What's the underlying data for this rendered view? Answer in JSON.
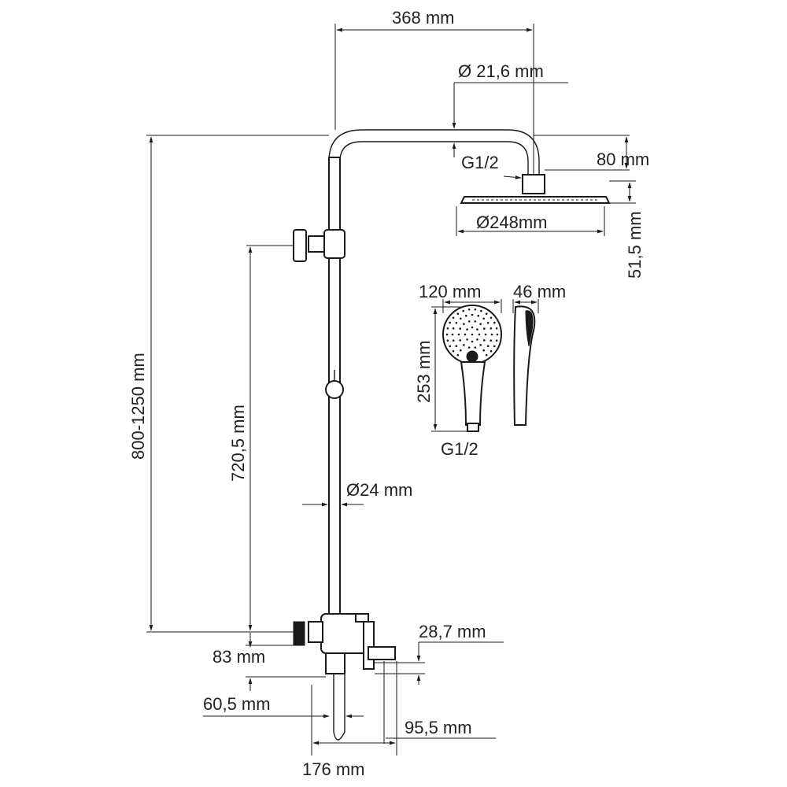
{
  "dimensions": {
    "arm_reach": "368 mm",
    "arm_diameter": "Ø 21,6 mm",
    "overhead_connection": "G1/2",
    "overhead_height": "80 mm",
    "overhead_diameter": "Ø248mm",
    "overhead_thickness": "51,5 mm",
    "hand_width": "120 mm",
    "hand_depth": "46 mm",
    "hand_length": "253 mm",
    "hand_connection": "G1/2",
    "total_height": "800-1250 mm",
    "holder_height": "720,5 mm",
    "pipe_diameter": "Ø24 mm",
    "mixer_offset": "28,7 mm",
    "mixer_height": "83 mm",
    "inlet_offset": "60,5 mm",
    "spout_length": "95,5 mm",
    "mixer_width": "176 mm"
  },
  "colors": {
    "line": "#1a1a1a",
    "background": "#ffffff"
  }
}
